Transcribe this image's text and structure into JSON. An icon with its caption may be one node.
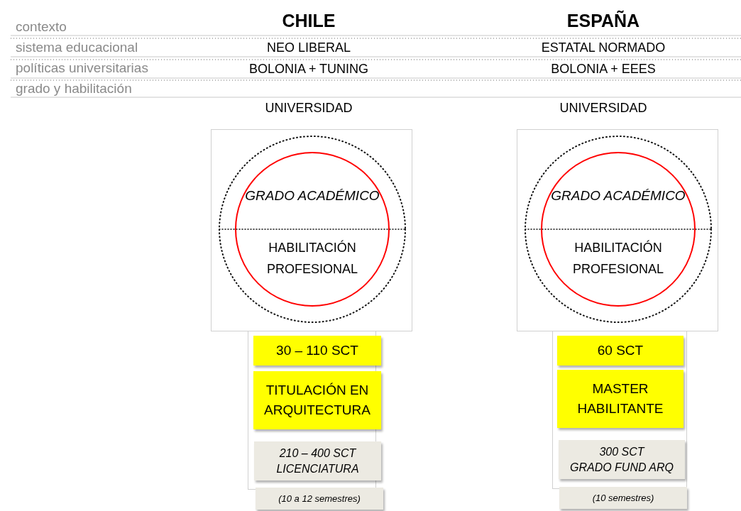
{
  "diagram": {
    "nodes": [
      {
        "text": [],
        "shape": "box"
      },
      {
        "text": [
          "GRADO ACADÉMICO",
          "HABILITACIÓN PROFESIONAL"
        ],
        "in": 0
      },
      {
        "text": [
          "30 – 110 SCT"
        ]
      },
      {
        "text": [
          "TITULACIÓN EN ARQUITECTURA"
        ]
      },
      {
        "text": [
          "210 – 400 SCT",
          "LICENCIATURA"
        ]
      },
      {
        "text": [
          "(10 a 12 semestres)"
        ]
      },
      {
        "text": [],
        "shape": "box"
      },
      {
        "text": [
          "GRADO ACADÉMICO",
          "HABILITACIÓN PROFESIONAL"
        ],
        "in": 6
      },
      {
        "text": [
          "60 SCT"
        ]
      },
      {
        "text": [
          "MASTER HABILITANTE"
        ]
      },
      {
        "text": [
          "300 SCT",
          "GRADO FUND ARQ"
        ]
      },
      {
        "text": [
          "(10 semestres)"
        ]
      }
    ],
    "labels": [
      "contexto",
      "CHILE",
      "ESPAÑA",
      "sistema educacional",
      "NEO LIBERAL",
      "ESTATAL NORMADO",
      "políticas universitarias",
      "BOLONIA + TUNING",
      "BOLONIA + EEES",
      "grado y habilitación",
      "UNIVERSIDAD",
      "UNIVERSIDAD"
    ]
  }
}
